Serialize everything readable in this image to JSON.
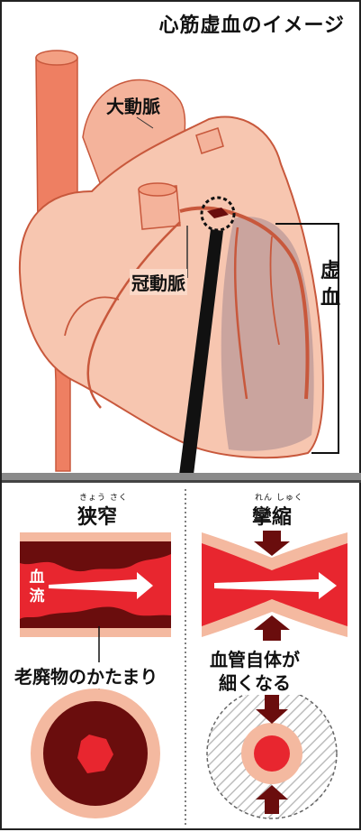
{
  "title": "心筋虚血のイメージ",
  "heart": {
    "aorta_label": "大動脈",
    "coronary_label": "冠動脈",
    "ischemia_label": "虚血"
  },
  "stenosis": {
    "ruby": "きょう さく",
    "title": "狭窄",
    "flow_label": "血流",
    "plaque_label": "老廃物のかたまり"
  },
  "spasm": {
    "ruby": "れん しゅく",
    "title": "攣縮",
    "narrow_label_line1": "血管自体が",
    "narrow_label_line2": "細くなる"
  },
  "colors": {
    "heart_fill": "#f7c6b0",
    "heart_outline": "#c8583c",
    "aorta_fill": "#ee7f62",
    "ischemia_fill": "#c4a09c",
    "blood_red": "#e8262f",
    "dark_red": "#6a0d0d",
    "vessel_wall": "#f4b9a0"
  }
}
